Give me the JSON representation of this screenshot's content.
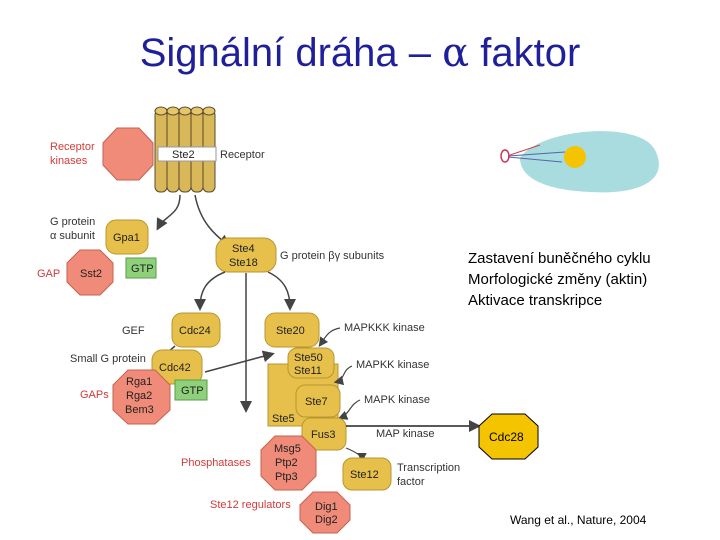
{
  "title": {
    "text": "Signální dráha – ",
    "symbol": "α",
    "tail": " faktor"
  },
  "effects": [
    "Zastavení buněčného cyklu",
    "Morfologické změny (aktin)",
    "Aktivace transkripce"
  ],
  "citation": "Wang et al., Nature, 2004",
  "cdc28": "Cdc28",
  "diagram": {
    "receptor_kinases": [
      "Receptor",
      "kinases"
    ],
    "ste2": "Ste2",
    "receptor": "Receptor",
    "g_alpha": [
      "G protein",
      "α subunit"
    ],
    "gpa1": "Gpa1",
    "gap": "GAP",
    "sst2": "Sst2",
    "gtp": "GTP",
    "ste4": "Ste4",
    "ste18": "Ste18",
    "g_bg": "G protein βγ subunits",
    "gef": "GEF",
    "cdc24": "Cdc24",
    "small_g": "Small G protein",
    "cdc42": "Cdc42",
    "gaps": "GAPs",
    "rga1": "Rga1",
    "rga2": "Rga2",
    "bem3": "Bem3",
    "gtp2": "GTP",
    "ste20": "Ste20",
    "mapkkk": "MAPKKK kinase",
    "ste50": "Ste50",
    "ste11": "Ste11",
    "mapkk": "MAPKK kinase",
    "ste7": "Ste7",
    "mapk": "MAPK kinase",
    "ste5": "Ste5",
    "fus3": "Fus3",
    "map_kinase": "MAP kinase",
    "phosphatases": "Phosphatases",
    "msg5": "Msg5",
    "ptp2": "Ptp2",
    "ptp3": "Ptp3",
    "ste12": "Ste12",
    "transcription": [
      "Transcription",
      "factor"
    ],
    "ste12_reg": "Ste12 regulators",
    "dig1": "Dig1",
    "dig2": "Dig2"
  },
  "colors": {
    "title": "#1f1f9a",
    "yellow": "#e6c04a",
    "salmon": "#ef8b78",
    "green": "#8fd17a",
    "cell": "#a8dcdf",
    "nucleus": "#f5c400",
    "arrow": "#444444"
  }
}
